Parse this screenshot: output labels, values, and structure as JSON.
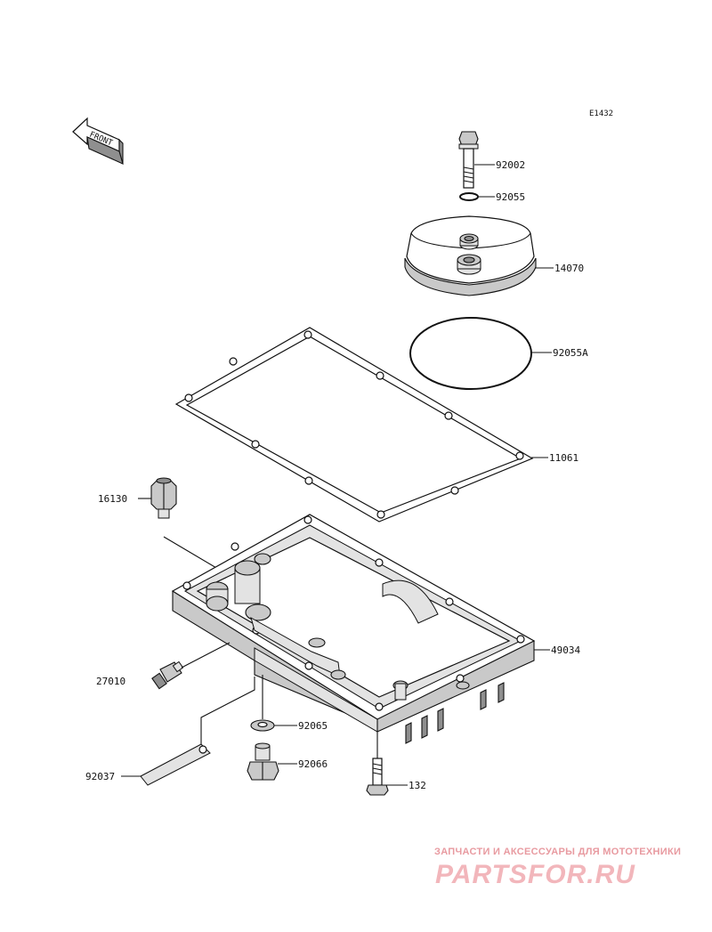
{
  "diagram_ref": "E1432",
  "front_label": "FRONT",
  "parts": [
    {
      "id": "92002",
      "label": "92002"
    },
    {
      "id": "92055",
      "label": "92055"
    },
    {
      "id": "14070",
      "label": "14070"
    },
    {
      "id": "92055A",
      "label": "92055A"
    },
    {
      "id": "11061",
      "label": "11061"
    },
    {
      "id": "16130",
      "label": "16130"
    },
    {
      "id": "49034",
      "label": "49034"
    },
    {
      "id": "27010",
      "label": "27010"
    },
    {
      "id": "92065",
      "label": "92065"
    },
    {
      "id": "92066",
      "label": "92066"
    },
    {
      "id": "92037",
      "label": "92037"
    },
    {
      "id": "132",
      "label": "132"
    }
  ],
  "watermark": {
    "tagline": "ЗАПЧАСТИ И АКСЕССУАРЫ ДЛЯ МОТОТЕХНИКИ",
    "logo": "PARTSFOR.RU",
    "color": "#f2b6bb"
  }
}
